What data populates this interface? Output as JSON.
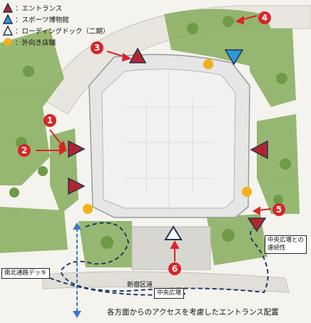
{
  "legend": {
    "entrance": "：エントランス",
    "sports_museum": "：スポーツ博物館",
    "loading_dock": "：ローディングドック（二期）",
    "shops": "：外向き店舗"
  },
  "labels": {
    "shinjuku_road": "新宿区道",
    "north_south_deck": "南北通路デッキ",
    "central_plaza": "中央広場",
    "plaza_link": "中央広場との\n連続性"
  },
  "markers": [
    "1",
    "2",
    "3",
    "4",
    "5",
    "6"
  ],
  "caption": "各方面からのアクセスを考慮したエントランス配置",
  "colors": {
    "entrance": "#b0262e",
    "entrance_outline": "#26314f",
    "museum": "#2a9ad9",
    "shop": "#f2b118",
    "marker": "#d7262b",
    "green": "#86ad5c",
    "building": "#e8e8e8"
  }
}
